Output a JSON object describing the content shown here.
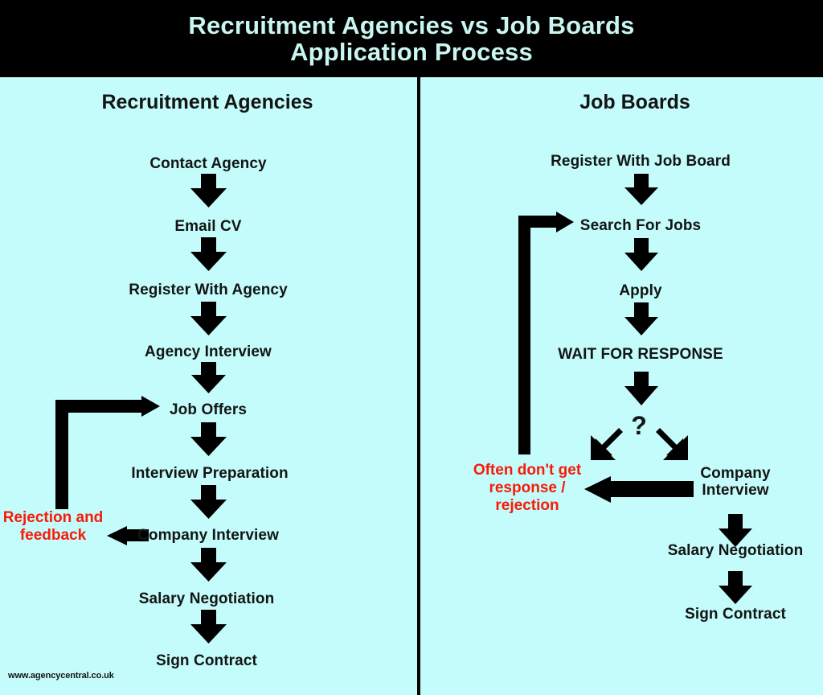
{
  "title": {
    "line1": "Recruitment Agencies vs Job Boards",
    "line2": "Application Process"
  },
  "colors": {
    "background": "#c3fcfb",
    "title_band": "#000000",
    "title_text": "#c9f6f0",
    "body_text": "#141414",
    "accent_red": "#fa1a08",
    "arrow": "#000000"
  },
  "columns": {
    "left": {
      "heading": "Recruitment Agencies",
      "steps": [
        {
          "label": "Contact Agency"
        },
        {
          "label": "Email CV"
        },
        {
          "label": "Register With Agency"
        },
        {
          "label": "Agency Interview"
        },
        {
          "label": "Job Offers"
        },
        {
          "label": "Interview Preparation"
        },
        {
          "label": "Company Interview"
        },
        {
          "label": "Salary Negotiation"
        },
        {
          "label": "Sign Contract"
        }
      ],
      "annotation": {
        "line1": "Rejection and",
        "line2": "feedback"
      }
    },
    "right": {
      "heading": "Job Boards",
      "steps": [
        {
          "label": "Register With Job Board"
        },
        {
          "label": "Search For Jobs"
        },
        {
          "label": "Apply"
        },
        {
          "label": "WAIT FOR RESPONSE"
        },
        {
          "label": "?"
        },
        {
          "label": "Company"
        },
        {
          "label": "Interview"
        },
        {
          "label": "Salary Negotiation"
        },
        {
          "label": "Sign Contract"
        }
      ],
      "annotation": {
        "line1": "Often don't get",
        "line2": "response /",
        "line3": "rejection"
      }
    }
  },
  "watermark": "www.agencycentral.co.uk"
}
